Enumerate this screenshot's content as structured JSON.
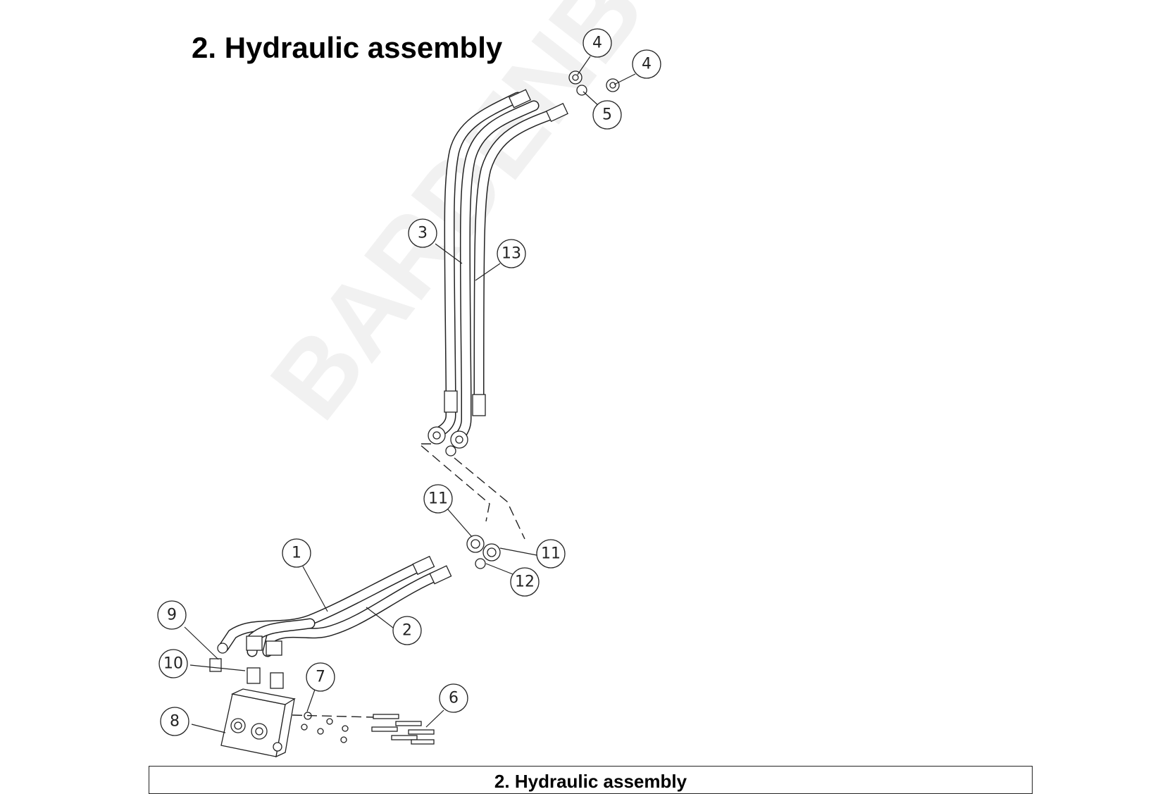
{
  "page": {
    "title": "2. Hydraulic assembly",
    "watermark": "BARDENBURG",
    "table_title": "2. Hydraulic assembly"
  },
  "callouts": [
    {
      "id": "c4a",
      "number": "4"
    },
    {
      "id": "c4b",
      "number": "4"
    },
    {
      "id": "c5",
      "number": "5"
    },
    {
      "id": "c3",
      "number": "3"
    },
    {
      "id": "c13",
      "number": "13"
    },
    {
      "id": "c11a",
      "number": "11"
    },
    {
      "id": "c11b",
      "number": "11"
    },
    {
      "id": "c12",
      "number": "12"
    },
    {
      "id": "c1",
      "number": "1"
    },
    {
      "id": "c2",
      "number": "2"
    },
    {
      "id": "c9",
      "number": "9"
    },
    {
      "id": "c10",
      "number": "10"
    },
    {
      "id": "c7",
      "number": "7"
    },
    {
      "id": "c6",
      "number": "6"
    },
    {
      "id": "c8",
      "number": "8"
    }
  ],
  "colors": {
    "line": "#222222",
    "background": "#ffffff"
  }
}
